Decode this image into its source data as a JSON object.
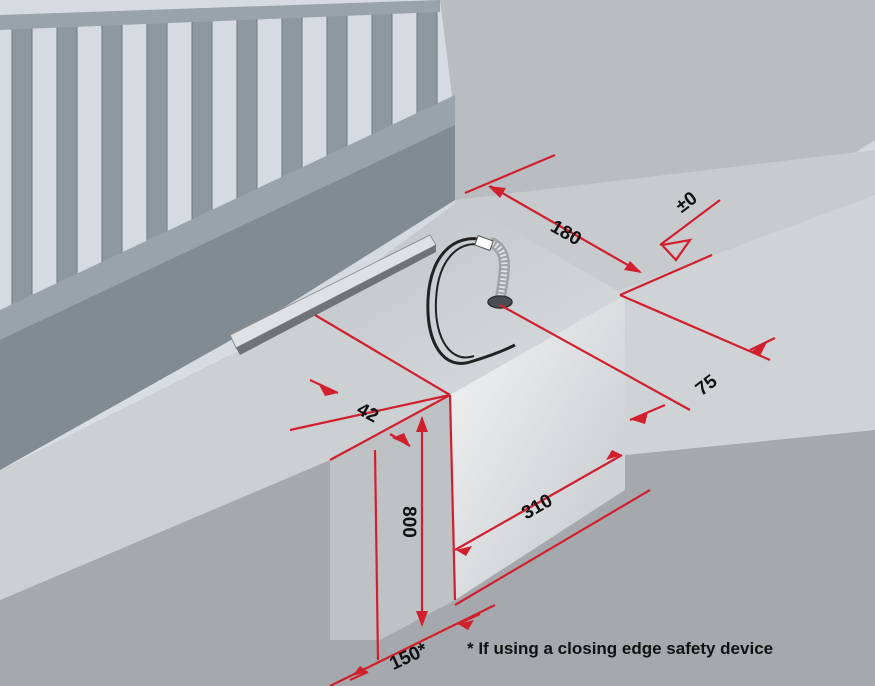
{
  "dimensions": {
    "width_180": "180",
    "level_zero": "±0",
    "depth_75": "75",
    "side_42": "42",
    "height_800": "800",
    "length_310": "310",
    "offset_150": "150*"
  },
  "footnote": "* If using a closing edge safety device",
  "colors": {
    "dimension_line": "#d0202e",
    "background": "#d8dde2",
    "ground_top": "#c6c9cc",
    "foundation_face": "#a9adb1",
    "gate": "#8d959d"
  }
}
